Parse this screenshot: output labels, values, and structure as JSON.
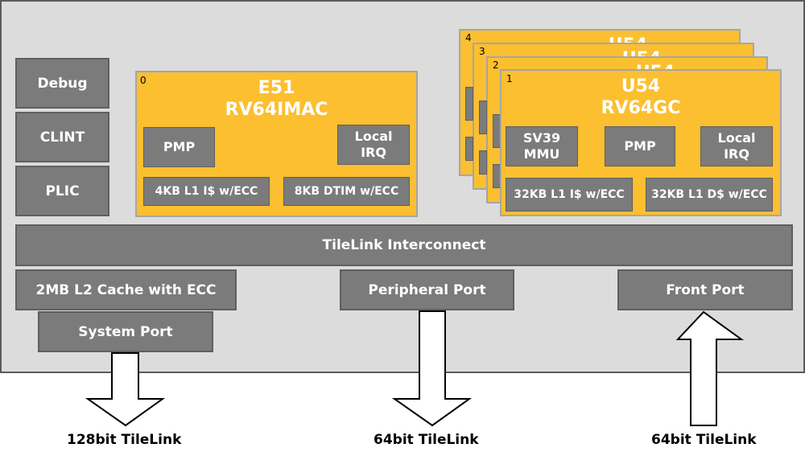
{
  "left_blocks": [
    "Debug",
    "CLINT",
    "PLIC"
  ],
  "e51": {
    "index": "0",
    "title_line1": "E51",
    "title_line2": "RV64IMAC",
    "pmp": "PMP",
    "local_irq_line1": "Local",
    "local_irq_line2": "IRQ",
    "icache": "4KB L1 I$ w/ECC",
    "dtim": "8KB DTIM w/ECC"
  },
  "u54_stack": {
    "back_indices": [
      "4",
      "3",
      "2"
    ],
    "back_title": "U54"
  },
  "u54": {
    "index": "1",
    "title_line1": "U54",
    "title_line2": "RV64GC",
    "mmu_line1": "SV39",
    "mmu_line2": "MMU",
    "pmp": "PMP",
    "local_irq_line1": "Local",
    "local_irq_line2": "IRQ",
    "icache": "32KB L1 I$ w/ECC",
    "dcache": "32KB L1 D$ w/ECC"
  },
  "interconnect": "TileLink Interconnect",
  "l2_cache": "2MB L2 Cache with ECC",
  "system_port": "System Port",
  "peripheral_port": "Peripheral Port",
  "front_port": "Front Port",
  "tilelink_labels": {
    "system": "128bit TileLink",
    "peripheral": "64bit TileLink",
    "front": "64bit TileLink"
  },
  "colors": {
    "chip_background": "#dcdcdc",
    "block_gray": "#7b7b7b",
    "core_yellow": "#fbbf30"
  }
}
